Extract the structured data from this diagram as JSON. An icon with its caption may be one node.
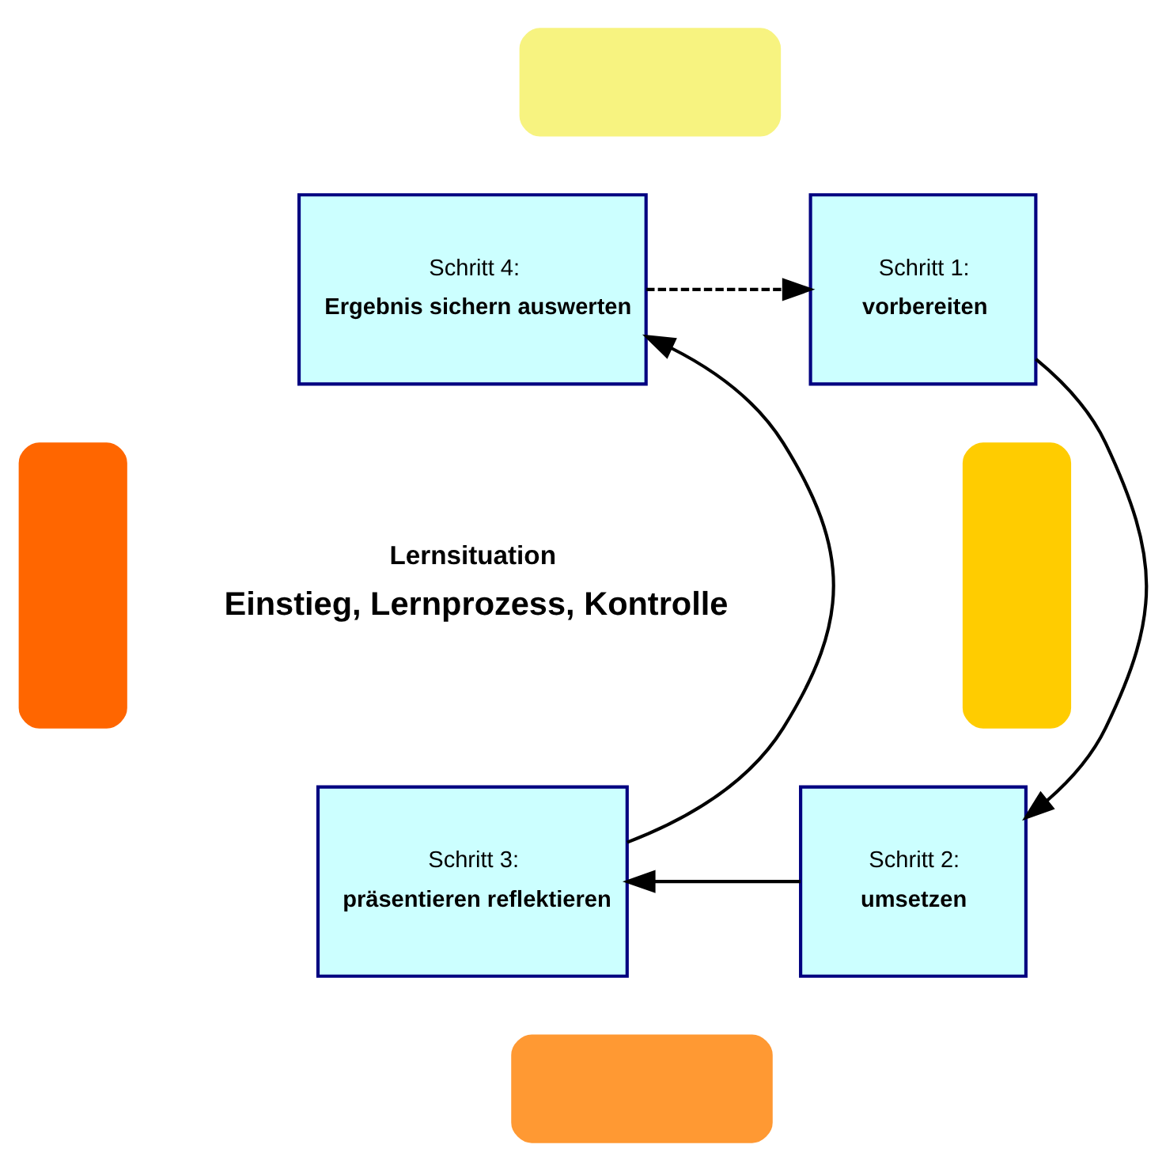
{
  "diagram": {
    "nodes": [
      {
        "text": [],
        "shape": "bar"
      },
      {
        "text": [
          "Schritt 4:",
          "Ergebnis sichern auswerten"
        ]
      },
      {
        "text": [
          "Schritt 1:",
          "vorbereiten"
        ]
      },
      {
        "text": [],
        "shape": "bar"
      },
      {
        "text": [
          "Lernsituation",
          "Einstieg, Lernprozess, Kontrolle"
        ]
      },
      {
        "text": [],
        "shape": "bar"
      },
      {
        "text": [
          "Schritt 3:",
          "präsentieren reflektieren"
        ]
      },
      {
        "text": [
          "Schritt 2:",
          "umsetzen"
        ]
      },
      {
        "text": [],
        "shape": "bar"
      }
    ],
    "edges": [
      {
        "from": 1,
        "to": 2,
        "arrow": "to",
        "style": "dashed"
      },
      {
        "from": 2,
        "to": 7,
        "arrow": "to"
      },
      {
        "from": 7,
        "to": 6,
        "arrow": "to"
      },
      {
        "from": 6,
        "to": 1,
        "arrow": "to"
      }
    ]
  }
}
